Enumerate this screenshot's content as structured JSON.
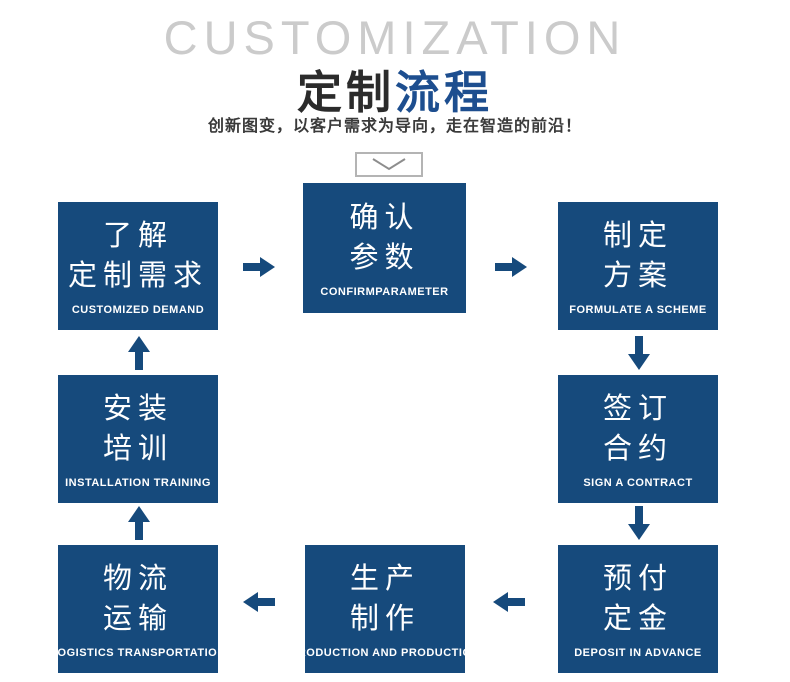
{
  "header": {
    "watermark": "CUSTOMIZATION",
    "title_dark": "定制",
    "title_blue": "流程",
    "subtitle": "创新图变，以客户需求为导向，走在智造的前沿！"
  },
  "colors": {
    "box": "#164a7c",
    "arrow": "#164a7c",
    "title-dark": "#2b2b2b",
    "title-blue": "#1d4e8f",
    "watermark": "#cbcbcb",
    "subtitle": "#3a3a3a"
  },
  "icons": {
    "chevron_down": "chevron-down",
    "arrow_right": "block-arrow-right",
    "arrow_left": "block-arrow-left",
    "arrow_up": "block-arrow-up",
    "arrow_down": "block-arrow-down"
  },
  "steps": [
    {
      "zh1": "了解",
      "zh2": "定制需求",
      "en": "CUSTOMIZED DEMAND"
    },
    {
      "zh1": "确认",
      "zh2": "参数",
      "en": "CONFIRMPARAMETER"
    },
    {
      "zh1": "制定",
      "zh2": "方案",
      "en": "FORMULATE A SCHEME"
    },
    {
      "zh1": "签订",
      "zh2": "合约",
      "en": "SIGN A CONTRACT"
    },
    {
      "zh1": "预付",
      "zh2": "定金",
      "en": "DEPOSIT IN ADVANCE"
    },
    {
      "zh1": "生产",
      "zh2": "制作",
      "en": "PRODUCTION AND PRODUCTION"
    },
    {
      "zh1": "物流",
      "zh2": "运输",
      "en": "LOGISTICS TRANSPORTATION"
    },
    {
      "zh1": "安装",
      "zh2": "培训",
      "en": "INSTALLATION TRAINING"
    }
  ]
}
